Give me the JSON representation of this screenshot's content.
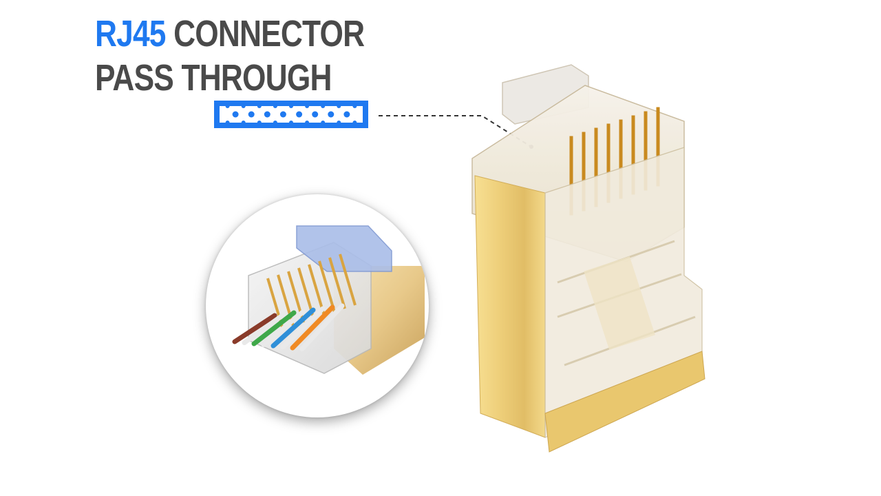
{
  "headline": {
    "line1_accent": "RJ45",
    "line1_rest": "CONNECTOR",
    "line2": "PASS THROUGH"
  },
  "colors": {
    "accent": "#1f79f0",
    "heading": "#4a4a4a",
    "gold": "#e8c46a",
    "background": "#ffffff"
  },
  "icons": {
    "pin_strip": "pass-through-pin-strip-icon",
    "inset_photo": "rj45-plug-with-wires-photo",
    "main_photo": "gold-shielded-rj45-connector-photo"
  },
  "pin_count": 8,
  "wire_colors": [
    "#8a3b2a",
    "#e9e9e9",
    "#3fa84a",
    "#e9e9e9",
    "#2f8fd8",
    "#e9e9e9",
    "#f08a24",
    "#e9e9e9"
  ]
}
